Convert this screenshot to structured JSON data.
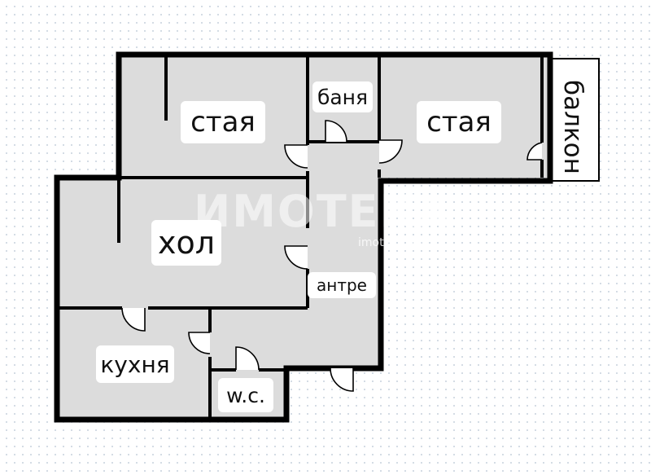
{
  "rooms": {
    "room_left": "стая",
    "bathroom": "баня",
    "room_right": "стая",
    "balcony": "балкон",
    "living_room": "хол",
    "hallway": "антре",
    "kitchen": "кухня",
    "toilet": "w.c."
  },
  "watermark": {
    "brand": "ИМОТЕКА",
    "url": "imoteka.bg"
  },
  "colors": {
    "wall": "#000000",
    "floor": "#dcdcdc",
    "label_bg": "#ffffff",
    "dots": "#c9d3de"
  }
}
